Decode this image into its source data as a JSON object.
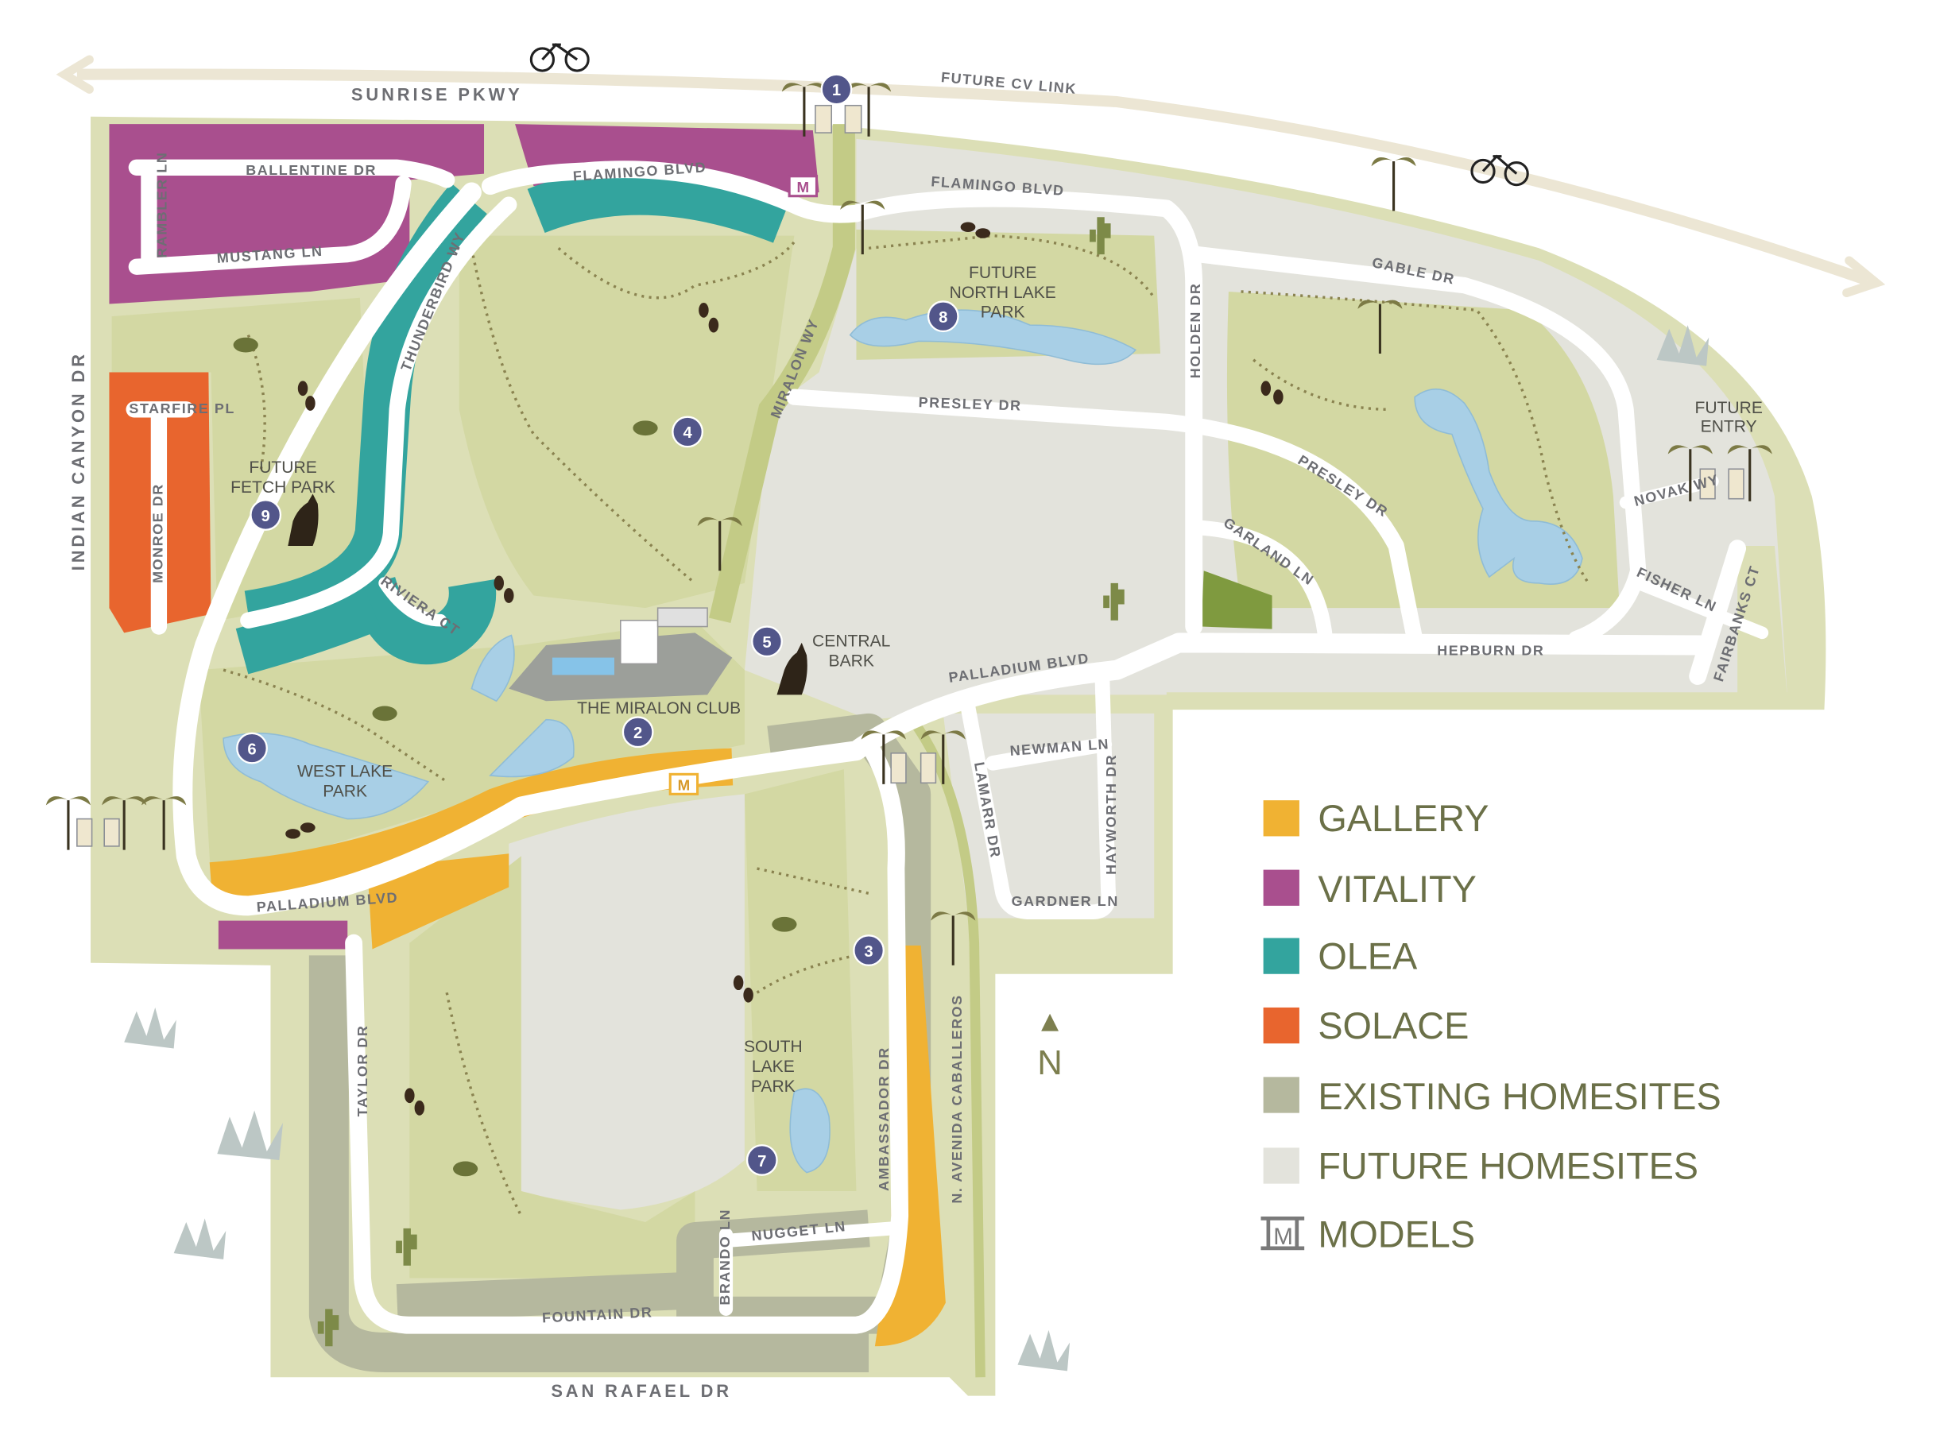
{
  "streets": {
    "sunrise_pkwy": "SUNRISE PKWY",
    "future_cv_link": "FUTURE CV LINK",
    "ballentine_dr": "BALLENTINE DR",
    "rambler_ln": "RAMBLER LN",
    "mustang_ln": "MUSTANG LN",
    "flamingo_blvd_west": "FLAMINGO BLVD",
    "flamingo_blvd_east": "FLAMINGO BLVD",
    "thunderbird_wy": "THUNDERBIRD WY",
    "gable_dr": "GABLE DR",
    "holden_dr": "HOLDEN DR",
    "miralon_wy": "MIRALON WY",
    "presley_dr_west": "PRESLEY DR",
    "presley_dr_east": "PRESLEY DR",
    "garland_ln": "GARLAND LN",
    "indian_canyon_dr": "INDIAN CANYON DR",
    "starfire_pl": "STARFIRE PL",
    "monroe_dr": "MONROE DR",
    "riviera_ct": "RIVIERA CT",
    "novak_wy": "NOVAK WY",
    "fisher_ln": "FISHER LN",
    "fairbanks_ct": "FAIRBANKS CT",
    "hepburn_dr": "HEPBURN DR",
    "palladium_blvd_east": "PALLADIUM BLVD",
    "palladium_blvd_west": "PALLADIUM BLVD",
    "newman_ln": "NEWMAN LN",
    "lamarr_dr": "LAMARR DR",
    "hayworth_dr": "HAYWORTH DR",
    "gardner_ln": "GARDNER LN",
    "taylor_dr": "TAYLOR DR",
    "ambassador_dr": "AMBASSADOR DR",
    "avenida_caballeros": "N. AVENIDA CABALLEROS",
    "nugget_ln": "NUGGET LN",
    "brando_ln": "BRANDO LN",
    "fountain_dr": "FOUNTAIN DR",
    "san_rafael_dr": "SAN RAFAEL DR"
  },
  "places": {
    "north_lake_park": [
      "FUTURE",
      "NORTH LAKE",
      "PARK"
    ],
    "fetch_park": [
      "FUTURE",
      "FETCH PARK"
    ],
    "central_bark": [
      "CENTRAL",
      "BARK"
    ],
    "miralon_club": "THE MIRALON CLUB",
    "west_lake_park": [
      "WEST LAKE",
      "PARK"
    ],
    "south_lake_park": [
      "SOUTH",
      "LAKE",
      "PARK"
    ],
    "future_entry": [
      "FUTURE",
      "ENTRY"
    ]
  },
  "markers": [
    "1",
    "2",
    "3",
    "4",
    "5",
    "6",
    "7",
    "8",
    "9"
  ],
  "model_icon_letter": "M",
  "north_label": "N",
  "legend": [
    {
      "label": "GALLERY",
      "color": "#f0b233"
    },
    {
      "label": "VITALITY",
      "color": "#a94f8e"
    },
    {
      "label": "OLEA",
      "color": "#33a49e"
    },
    {
      "label": "SOLACE",
      "color": "#e8652e"
    },
    {
      "label": "EXISTING HOMESITES",
      "color": "#b5b89e"
    },
    {
      "label": "FUTURE HOMESITES",
      "color": "#e3e3dc"
    },
    {
      "label": "MODELS",
      "color": "#7a7a7a"
    }
  ],
  "colors": {
    "land": "#dcdfb6",
    "park": "#d3d8a3",
    "water": "#a8cfe6",
    "marker": "#52568a",
    "text": "#6d6e73"
  }
}
